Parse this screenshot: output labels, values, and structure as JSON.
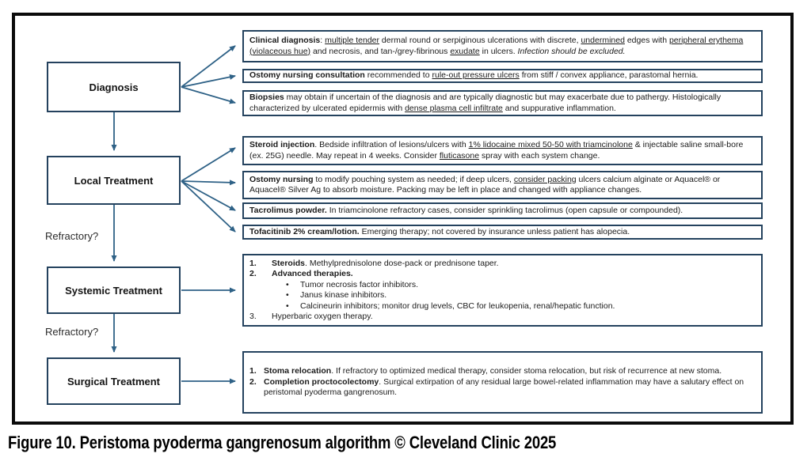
{
  "caption": "Figure 10. Peristoma pyoderma gangrenosum algorithm © Cleveland Clinic 2025",
  "colors": {
    "arrow": "#2e6186",
    "box_border": "#24425e",
    "frame": "#0b0b0b"
  },
  "stages": [
    {
      "label": "Diagnosis"
    },
    {
      "label": "Local Treatment"
    },
    {
      "label": "Systemic Treatment"
    },
    {
      "label": "Surgical Treatment"
    }
  ],
  "refractory_1": "Refractory?",
  "refractory_2": "Refractory?",
  "details": {
    "clinical": {
      "segments": [
        {
          "t": "Clinical diagnosis",
          "b": 1
        },
        {
          "t": ": "
        },
        {
          "t": "multiple tender",
          "u": 1
        },
        {
          "t": " dermal round or serpiginous ulcerations with discrete, "
        },
        {
          "t": "undermined",
          "u": 1
        },
        {
          "t": " edges with "
        },
        {
          "t": "peripheral erythema (violaceous hue)",
          "u": 1
        },
        {
          "t": " and necrosis, and tan-/grey-fibrinous "
        },
        {
          "t": "exudate",
          "u": 1
        },
        {
          "t": " in ulcers. "
        },
        {
          "t": "Infection should be excluded.",
          "i": 1
        }
      ]
    },
    "ostomy_consult": {
      "segments": [
        {
          "t": "Ostomy nursing consultation",
          "b": 1
        },
        {
          "t": " recommended to "
        },
        {
          "t": "rule-out pressure ulcers",
          "u": 1
        },
        {
          "t": " from stiff / convex appliance, parastomal hernia."
        }
      ]
    },
    "biopsies": {
      "segments": [
        {
          "t": "Biopsies",
          "b": 1
        },
        {
          "t": " may obtain if uncertain of the diagnosis and are typically diagnostic but may exacerbate due to pathergy. Histologically characterized by ulcerated epidermis with "
        },
        {
          "t": "dense plasma cell infiltrate",
          "u": 1
        },
        {
          "t": " and suppurative inflammation."
        }
      ]
    },
    "steroid_injection": {
      "segments": [
        {
          "t": "Steroid injection",
          "b": 1
        },
        {
          "t": ". Bedside infiltration of lesions/ulcers with "
        },
        {
          "t": "1% lidocaine mixed 50-50 with triamcinolone",
          "u": 1
        },
        {
          "t": " & injectable saline small-bore (ex. 25G) needle. May repeat in 4 weeks. Consider "
        },
        {
          "t": "fluticasone",
          "u": 1
        },
        {
          "t": " spray with each system change."
        }
      ]
    },
    "ostomy_nursing": {
      "segments": [
        {
          "t": "Ostomy nursing",
          "b": 1
        },
        {
          "t": " to modify pouching system as needed; if deep ulcers, "
        },
        {
          "t": "consider packing",
          "u": 1
        },
        {
          "t": " ulcers calcium alginate or Aquacel® or Aquacel® Silver Ag to absorb moisture. Packing may be left in place and changed with appliance changes."
        }
      ]
    },
    "tacrolimus": {
      "segments": [
        {
          "t": "Tacrolimus powder.",
          "b": 1
        },
        {
          "t": " In triamcinolone refractory cases, consider sprinkling tacrolimus (open capsule or compounded)."
        }
      ]
    },
    "tofacitinib": {
      "segments": [
        {
          "t": "Tofacitinib 2% cream/lotion.",
          "b": 1
        },
        {
          "t": " Emerging therapy; not covered by insurance unless patient has alopecia."
        }
      ]
    },
    "systemic": {
      "lines": [
        {
          "m": "1.",
          "mb": 1,
          "ind": 0,
          "seg": [
            {
              "t": "Steroids",
              "b": 1
            },
            {
              "t": ". Methylprednisolone dose-pack or prednisone taper."
            }
          ]
        },
        {
          "m": "2.",
          "mb": 1,
          "ind": 0,
          "seg": [
            {
              "t": "Advanced therapies.",
              "b": 1
            }
          ]
        },
        {
          "m": "•",
          "mb": 0,
          "ind": 1,
          "seg": [
            {
              "t": "Tumor necrosis factor inhibitors."
            }
          ]
        },
        {
          "m": "•",
          "mb": 0,
          "ind": 1,
          "seg": [
            {
              "t": "Janus kinase inhibitors."
            }
          ]
        },
        {
          "m": "•",
          "mb": 0,
          "ind": 1,
          "seg": [
            {
              "t": "Calcineurin inhibitors; monitor drug levels, CBC for leukopenia, renal/hepatic function."
            }
          ]
        },
        {
          "m": "3.",
          "mb": 0,
          "ind": 0,
          "seg": [
            {
              "t": "Hyperbaric oxygen therapy."
            }
          ]
        }
      ]
    },
    "surgical": {
      "lines": [
        {
          "m": "1.",
          "mb": 1,
          "ind": 0,
          "seg": [
            {
              "t": "Stoma relocation",
              "b": 1
            },
            {
              "t": ". If refractory to optimized medical therapy, consider stoma relocation, but risk of recurrence at new stoma."
            }
          ]
        },
        {
          "m": "2.",
          "mb": 1,
          "ind": 0,
          "seg": [
            {
              "t": "Completion proctocolectomy",
              "b": 1
            },
            {
              "t": ". Surgical extirpation of any residual large bowel-related inflammation may have a salutary effect on peristomal pyoderma gangrenosum."
            }
          ]
        }
      ]
    }
  }
}
